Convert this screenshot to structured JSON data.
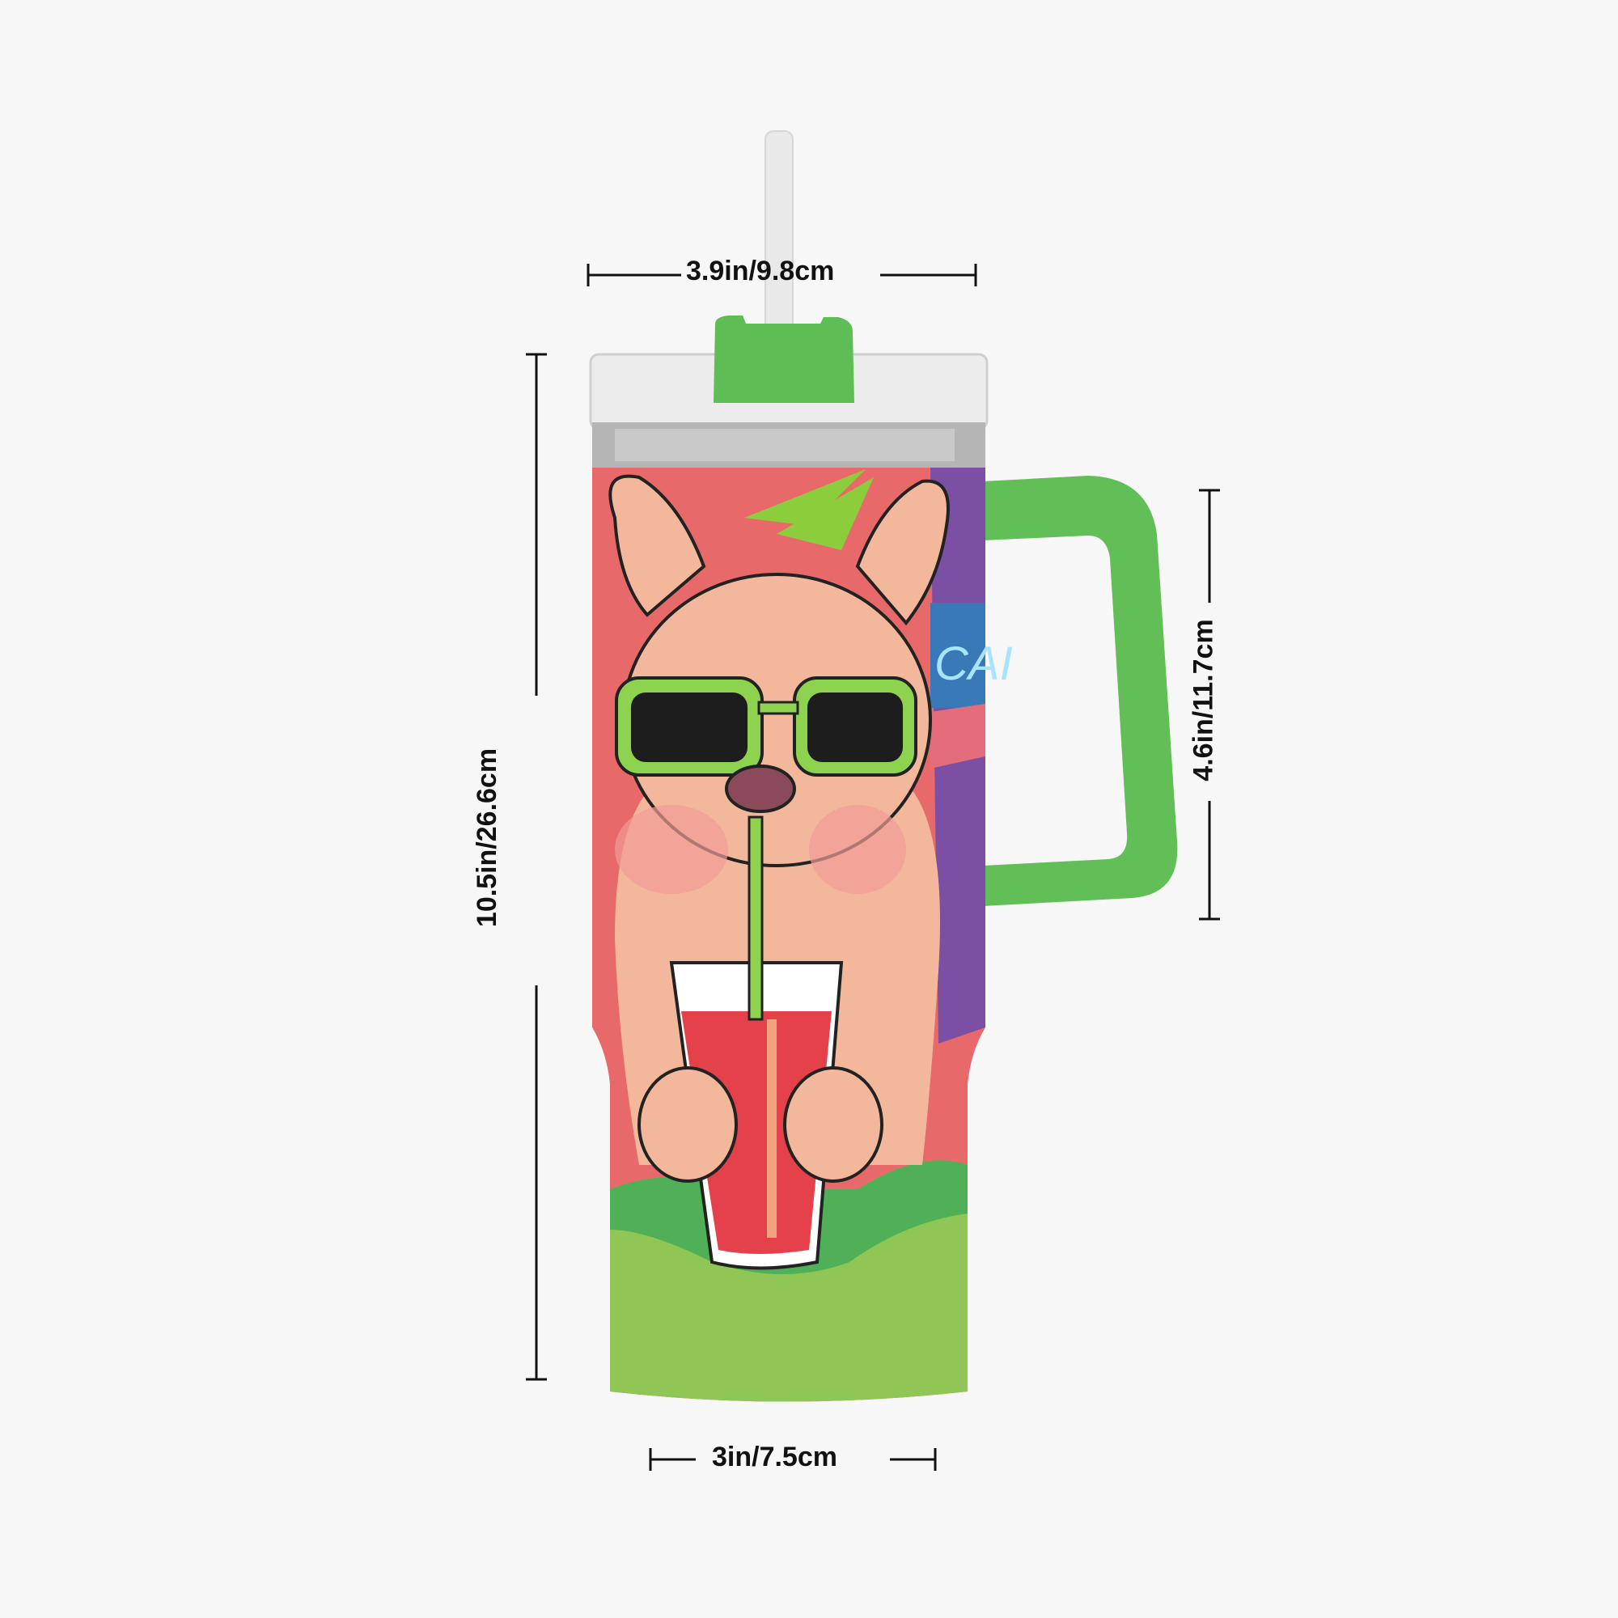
{
  "product": {
    "name": "tumbler",
    "colors": {
      "background": "#f7f7f7",
      "lid_accent": "#5fbd55",
      "handle": "#62bf58",
      "body_top": "#e8696a",
      "body_bottom": "#8fc655",
      "steel": "#b8b8b8",
      "drink": "#e5414a",
      "dog_skin": "#f3b89c",
      "glasses_frame": "#8ed34f",
      "neon_sign": "#52b8e6",
      "purple_bg": "#7b4fa4"
    },
    "artwork": {
      "subject": "french bulldog with sunglasses drinking from a cup",
      "neon_sign_text": "CAI"
    }
  },
  "dimensions": {
    "top_width": "3.9in/9.8cm",
    "height": "10.5in/26.6cm",
    "handle_height": "4.6in/11.7cm",
    "bottom_width": "3in/7.5cm"
  }
}
